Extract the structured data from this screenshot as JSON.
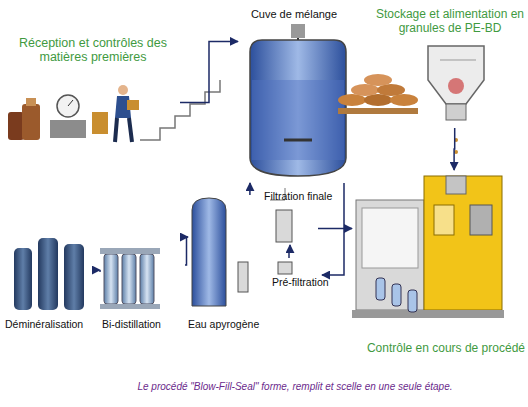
{
  "diagram": {
    "caption": "Le procédé \"Blow-Fill-Seal\" forme, remplit et scelle en une seule étape.",
    "nodes": [
      {
        "text": [
          "Réception et contrôles des matières premières"
        ]
      },
      {
        "text": [
          "Cuve de mélange"
        ]
      },
      {
        "text": [
          "Stockage et alimentation en granules de PE-BD"
        ]
      },
      {
        "text": [
          "Déminéralisation"
        ]
      },
      {
        "text": [
          "Bi-distillation"
        ]
      },
      {
        "text": [
          "Eau apyrogène"
        ]
      },
      {
        "text": [
          "Pré-filtration"
        ]
      },
      {
        "text": [
          "Filtration finale"
        ]
      },
      {
        "text": [
          "Contrôle en cours de procédé"
        ]
      }
    ],
    "edges": [
      {
        "from": 0,
        "to": 1,
        "arrow": "to"
      },
      {
        "from": 3,
        "to": 4,
        "arrow": "to"
      },
      {
        "from": 4,
        "to": 5,
        "arrow": "to"
      },
      {
        "from": 5,
        "to": 1,
        "arrow": "to"
      },
      {
        "from": 1,
        "to": 6,
        "arrow": "to"
      },
      {
        "from": 6,
        "to": 7,
        "arrow": "to"
      },
      {
        "from": 7,
        "to": 8,
        "arrow": "to"
      },
      {
        "from": 2,
        "to": 8,
        "arrow": "to"
      }
    ]
  }
}
